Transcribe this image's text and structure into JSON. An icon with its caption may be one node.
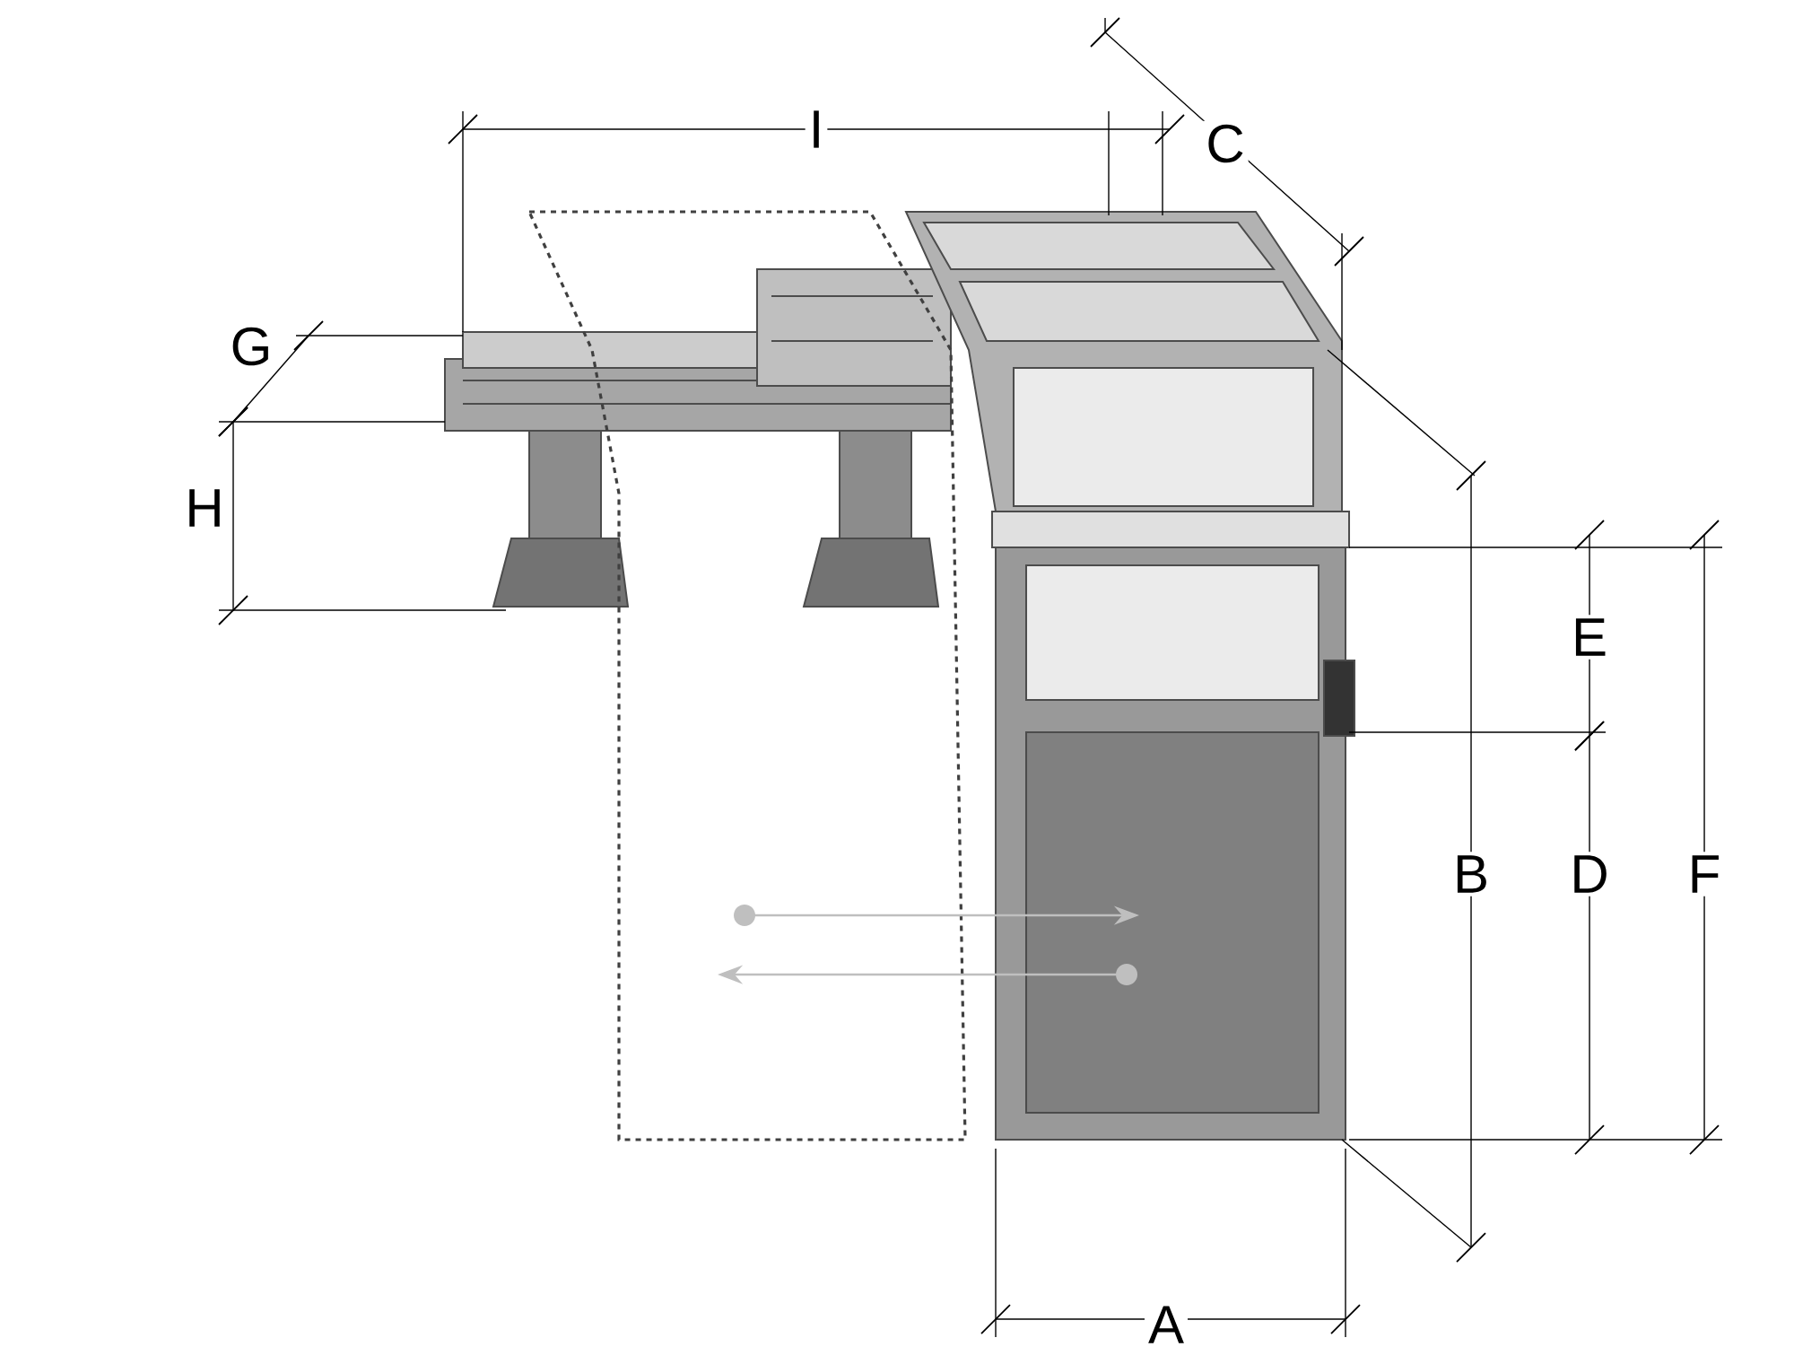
{
  "diagram": {
    "labels": [
      "I",
      "C",
      "G",
      "H",
      "E",
      "B",
      "D",
      "F",
      "A"
    ]
  }
}
